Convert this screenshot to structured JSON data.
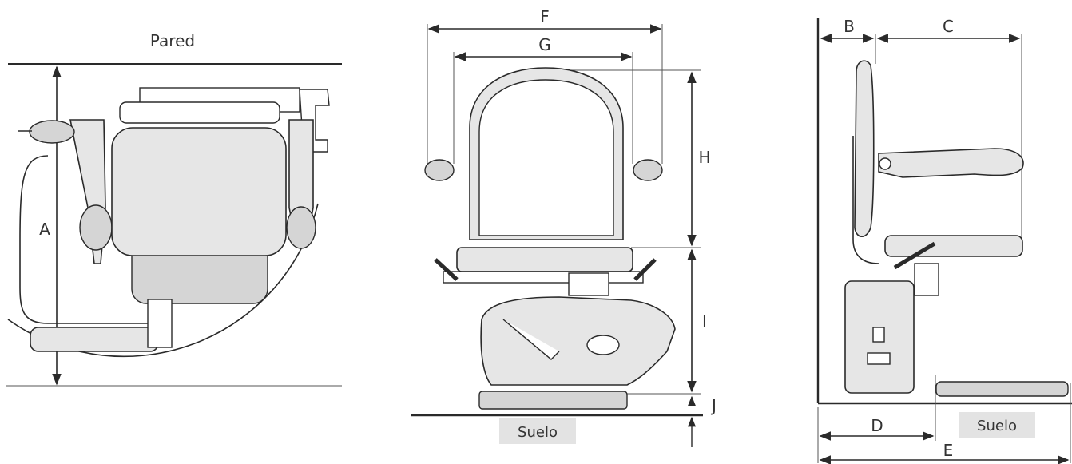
{
  "top_view": {
    "wall_label": "Pared",
    "dim_a": "A"
  },
  "front_view": {
    "dim_f": "F",
    "dim_g": "G",
    "dim_h": "H",
    "dim_i": "I",
    "dim_j": "J",
    "floor_label": "Suelo"
  },
  "side_view": {
    "dim_b": "B",
    "dim_c": "C",
    "dim_d": "D",
    "dim_e": "E",
    "floor_label": "Suelo"
  },
  "colors": {
    "line": "#2a2a2a",
    "chair_fill": "#e6e6e6",
    "floor_tag": "#e3e3e3"
  }
}
